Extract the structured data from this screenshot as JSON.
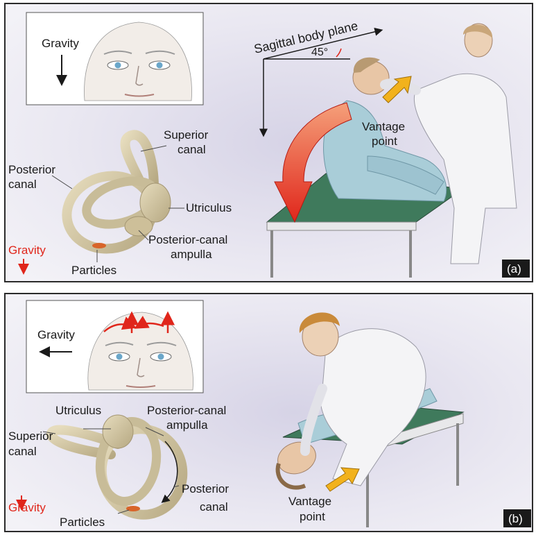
{
  "panel_a": {
    "tag": "(a)",
    "inset_gravity": "Gravity",
    "plane_label": "Sagittal body plane",
    "angle_label": "45°",
    "vantage_line1": "Vantage",
    "vantage_line2": "point",
    "superior_line1": "Superior",
    "superior_line2": "canal",
    "posterior_line1": "Posterior",
    "posterior_line2": "canal",
    "utriculus": "Utriculus",
    "ampulla_line1": "Posterior-canal",
    "ampulla_line2": "ampulla",
    "gravity_red": "Gravity",
    "particles": "Particles"
  },
  "panel_b": {
    "tag": "(b)",
    "inset_gravity": "Gravity",
    "utriculus": "Utriculus",
    "ampulla_line1": "Posterior-canal",
    "ampulla_line2": "ampulla",
    "superior_line1": "Superior",
    "superior_line2": "canal",
    "posterior_line1": "Posterior",
    "posterior_line2": "canal",
    "gravity_red": "Gravity",
    "particles": "Particles",
    "vantage_line1": "Vantage",
    "vantage_line2": "point"
  },
  "colors": {
    "panel_bg": "#e6e4ef",
    "border": "#2b2b2b",
    "red_arrow": "#e0261b",
    "vantage_arrow": "#f2b21c",
    "canal": "#d2c7a6",
    "table_top": "#3f7a5c",
    "gown": "#a9cdd8",
    "coat": "#f4f4f6"
  }
}
